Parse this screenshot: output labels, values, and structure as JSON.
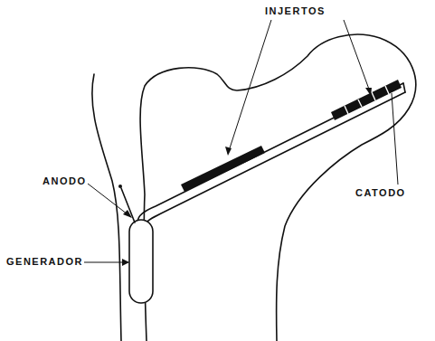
{
  "diagram": {
    "labels": [
      "INJERTOS",
      "ANODO",
      "GENERADOR",
      "CATODO"
    ]
  }
}
